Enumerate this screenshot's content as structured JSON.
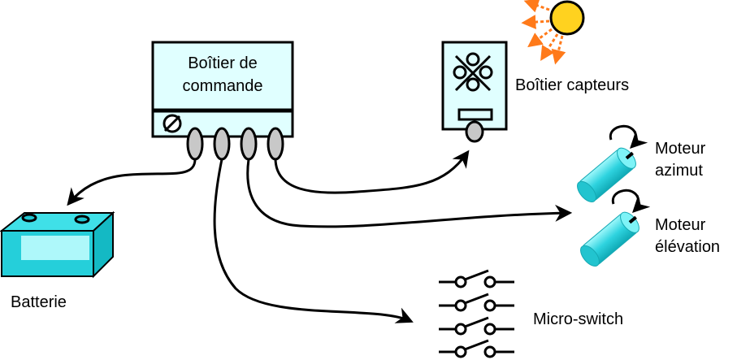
{
  "control_box": {
    "line1": "Boîtier de",
    "line2": "commande"
  },
  "sensor_box": {
    "label": "Boîtier capteurs"
  },
  "motor_azimuth": {
    "line1": "Moteur",
    "line2": "azimut"
  },
  "motor_elevation": {
    "line1": "Moteur",
    "line2": "élévation"
  },
  "battery": {
    "label": "Batterie"
  },
  "micro_switch": {
    "label": "Micro-switch"
  },
  "colors": {
    "box_fill": "#e0ffff",
    "cyan_dark": "#19c6d2",
    "cyan_light": "#7ef3f7",
    "sun": "#ffd21f",
    "rays": "#ff7a1a",
    "connector": "#c8c8c8"
  }
}
